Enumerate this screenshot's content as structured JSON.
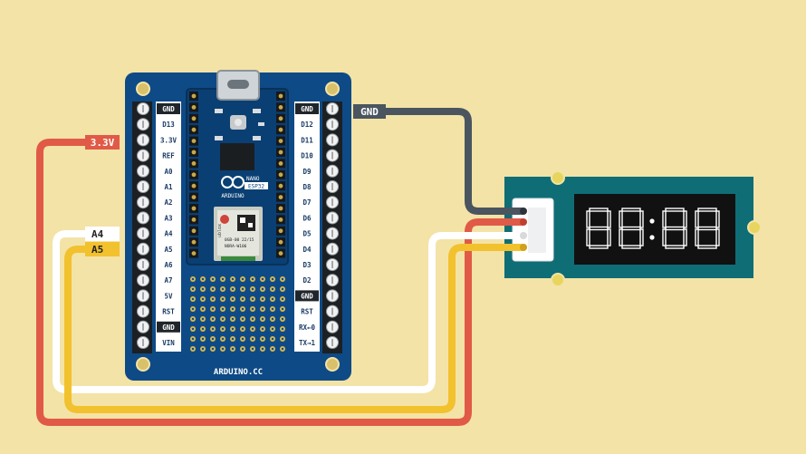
{
  "colors": {
    "background": "#f3e3a6",
    "board": "#0e4a86",
    "module": "#0f6d76",
    "wire_red": "#e05a47",
    "wire_yellow": "#f2c12e",
    "wire_white": "#ffffff",
    "wire_gnd": "#4a5560"
  },
  "board": {
    "logo_text": "ARDUINO",
    "model_line1": "NANO",
    "model_line2": "ESP32",
    "footer": "ARDUINO.CC",
    "module_brand": "ublox",
    "module_line1": "0GB-00 22/15",
    "module_line2": "NORA-W106",
    "left_pins": [
      "GND",
      "D13",
      "3.3V",
      "REF",
      "A0",
      "A1",
      "A2",
      "A3",
      "A4",
      "A5",
      "A6",
      "A7",
      "5V",
      "RST",
      "GND",
      "VIN"
    ],
    "right_pins": [
      "GND",
      "D12",
      "D11",
      "D10",
      "D9",
      "D8",
      "D7",
      "D6",
      "D5",
      "D4",
      "D3",
      "D2",
      "GND",
      "RST",
      "RX←0",
      "TX→1"
    ]
  },
  "wire_labels": {
    "vcc": "3.3V",
    "sda": "A4",
    "scl": "A5",
    "gnd": "GND"
  },
  "display": {
    "digits": "88:88"
  }
}
